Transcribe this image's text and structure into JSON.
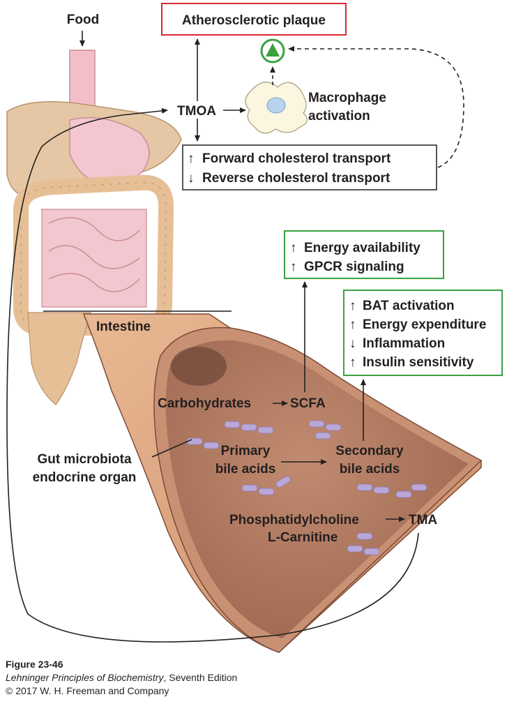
{
  "labels": {
    "food": "Food",
    "plaque": "Atherosclerotic plaque",
    "tmoa": "TMOA",
    "macrophage_line1": "Macrophage",
    "macrophage_line2": "activation",
    "forward": "Forward cholesterol transport",
    "reverse": "Reverse cholesterol transport",
    "energy_availability": "Energy availability",
    "gpcr": "GPCR signaling",
    "bat": "BAT activation",
    "energy_expenditure": "Energy expenditure",
    "inflammation": "Inflammation",
    "insulin": "Insulin sensitivity",
    "intestine": "Intestine",
    "carbohydrates": "Carbohydrates",
    "scfa": "SCFA",
    "gut_line1": "Gut microbiota",
    "gut_line2": "endocrine organ",
    "primary_line1": "Primary",
    "primary_line2": "bile acids",
    "secondary_line1": "Secondary",
    "secondary_line2": "bile acids",
    "phosphatidylcholine": "Phosphatidylcholine",
    "tma": "TMA",
    "carnitine": "L-Carnitine"
  },
  "caption": {
    "figure": "Figure 23-46",
    "book_title": "Lehninger Principles of Biochemistry",
    "book_edition": ", Seventh Edition",
    "copyright": "© 2017 W. H. Freeman and Company"
  },
  "colors": {
    "plaque_box": "#d7282f",
    "green_box": "#3aa13f",
    "gut_pink": "#f3c7cf",
    "colon_tan": "#e7bf96",
    "intestine_wall": "#d9a27c",
    "lumen": "#b07a62",
    "bacteria": "#b9a7d8"
  }
}
